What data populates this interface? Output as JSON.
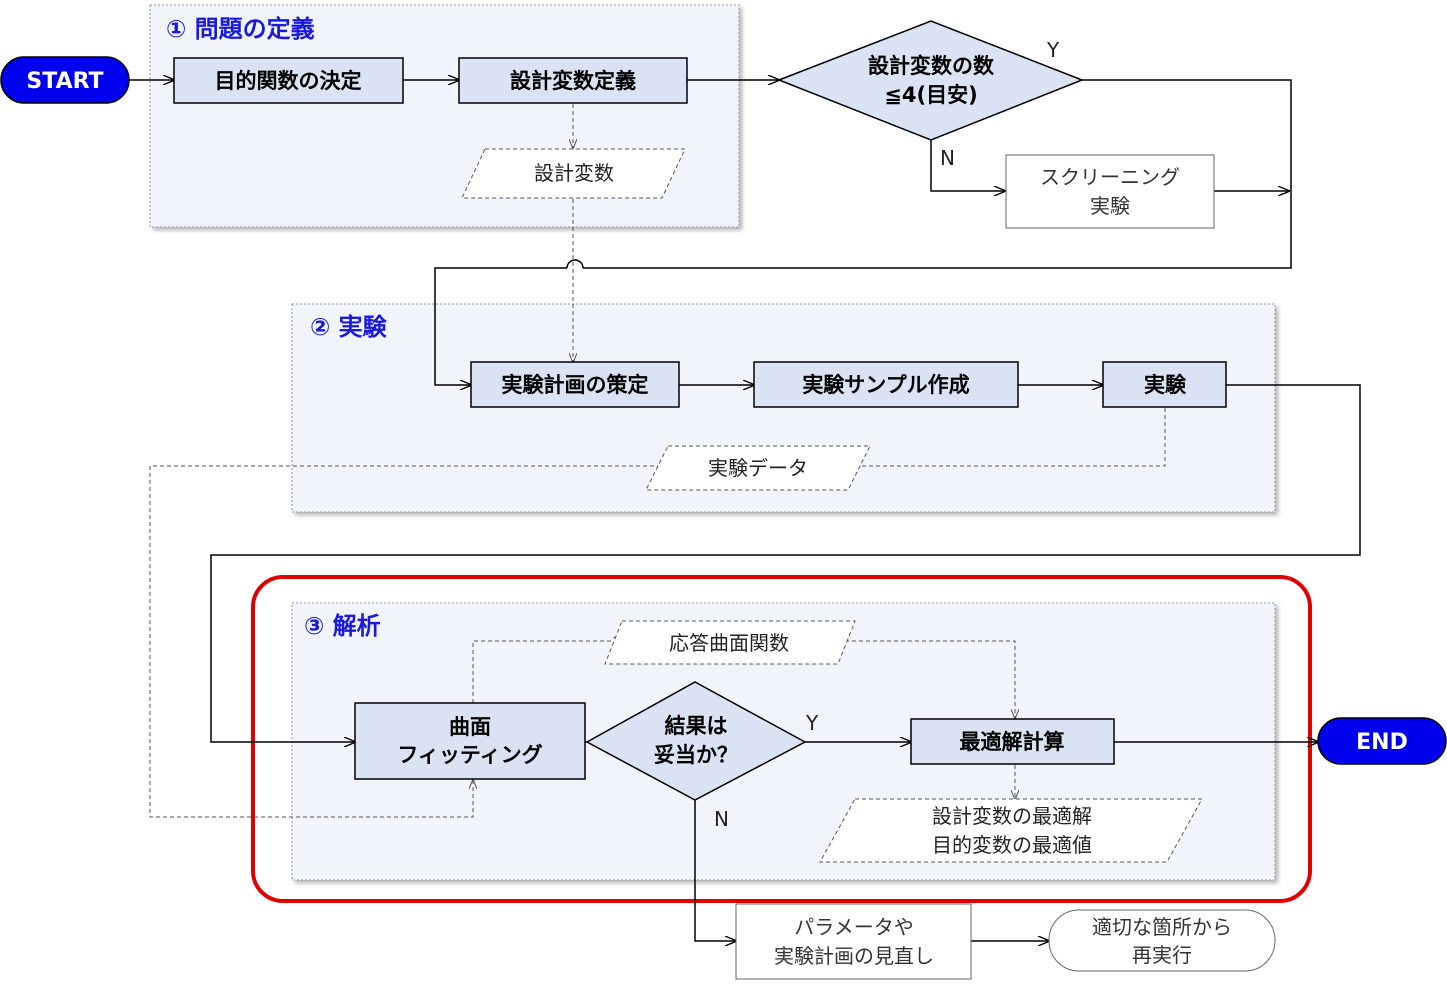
{
  "sections": {
    "define": "① 問題の定義",
    "experiment": "② 実験",
    "analysis": "③ 解析"
  },
  "terminals": {
    "start": "START",
    "end": "END"
  },
  "process": {
    "objective": "目的関数の決定",
    "design_var_def": "設計変数定義",
    "plan": "実験計画の策定",
    "sample": "実験サンプル作成",
    "experiment": "実験",
    "fitting": [
      "曲面",
      "フィッティング"
    ],
    "optimize": "最適解計算"
  },
  "decisions": {
    "var_count": [
      "設計変数の数",
      "≦4(目安)"
    ],
    "result_ok": [
      "結果は",
      "妥当か？"
    ]
  },
  "data_items": {
    "design_vars": "設計変数",
    "exp_data": "実験データ",
    "response_fn": "応答曲面関数",
    "optimal": [
      "設計変数の最適解",
      "目的変数の最適値"
    ]
  },
  "plain_boxes": {
    "screening": [
      "スクリーニング",
      "実験"
    ],
    "review": [
      "パラメータや",
      "実験計画の見直し"
    ],
    "rerun": [
      "適切な箇所から",
      "再実行"
    ]
  },
  "branch_labels": {
    "y1": "Y",
    "n1": "N",
    "y2": "Y",
    "n2": "N"
  },
  "colors": {
    "terminal_fill": "#0000ee",
    "process_fill": "#dae3f3",
    "section_fill": "#f1f5fb",
    "section_title": "#1a1adc",
    "highlight": "#e00000"
  }
}
